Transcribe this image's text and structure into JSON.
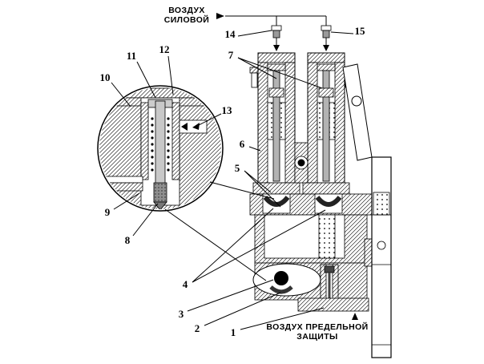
{
  "figure": {
    "top_label": {
      "line1": "ВОЗДУХ",
      "line2": "СИЛОВОЙ"
    },
    "bottom_label": {
      "line1": "ВОЗДУХ ПРЕДЕЛЬНОЙ",
      "line2": "ЗАЩИТЫ"
    },
    "callouts": {
      "c1": "1",
      "c2": "2",
      "c3": "3",
      "c4": "4",
      "c5": "5",
      "c6": "6",
      "c7": "7",
      "c8": "8",
      "c9": "9",
      "c10": "10",
      "c11": "11",
      "c12": "12",
      "c13": "13",
      "c14": "14",
      "c15": "15"
    }
  }
}
